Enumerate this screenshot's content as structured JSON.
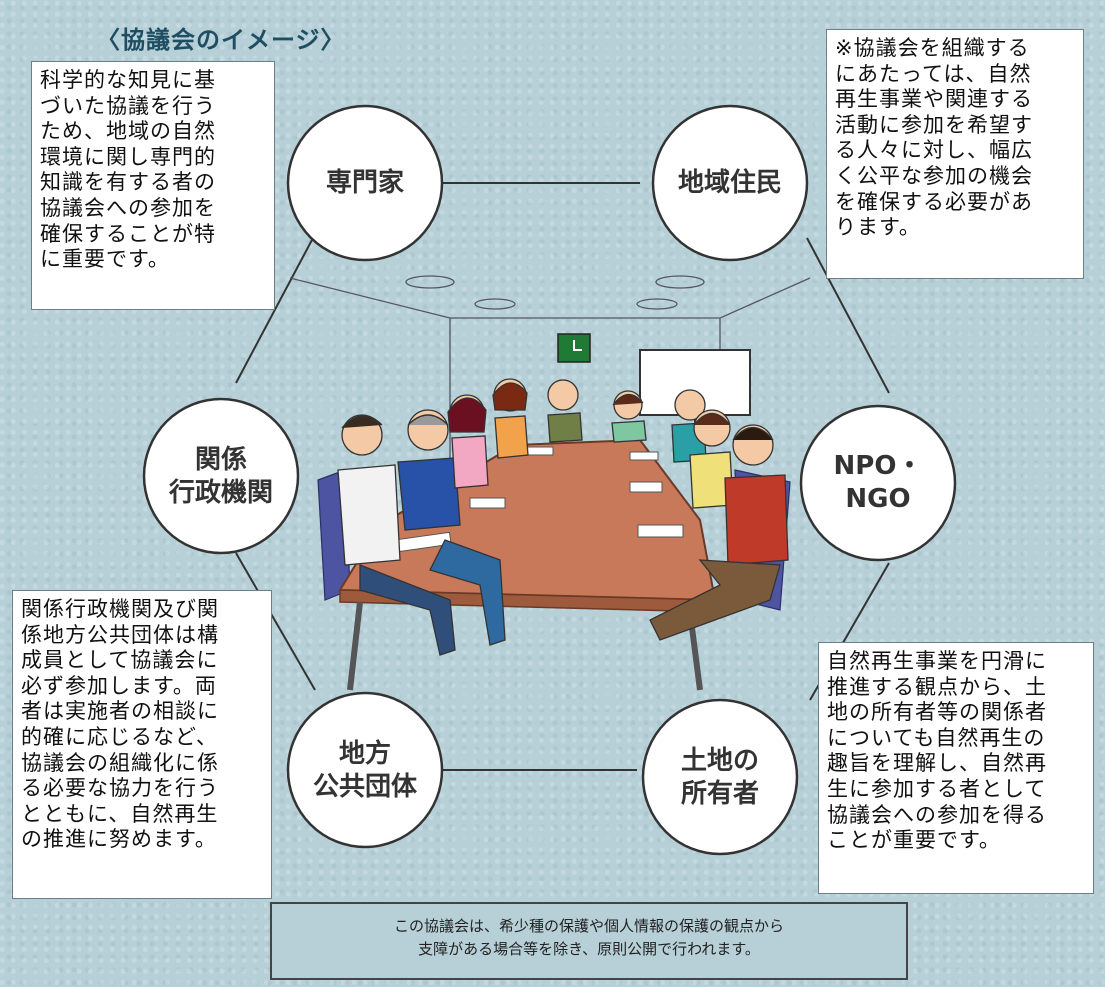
{
  "title": "〈協議会のイメージ〉",
  "nodes": {
    "expert": "専門家",
    "residents": "地域住民",
    "gov": "関係\n行政機関",
    "npo": "NPO・\nNGO",
    "local_gov": "地方\n公共団体",
    "landowner": "土地の\n所有者"
  },
  "notes": {
    "top_left": "科学的な知見に基\nづいた協議を行う\nため、地域の自然\n環境に関し専門的\n知識を有する者の\n協議会への参加を\n確保することが特\nに重要です。",
    "top_right": "※協議会を組織する\nにあたっては、自然\n再生事業や関連する\n活動に参加を希望す\nる人々に対し、幅広\nく公平な参加の機会\nを確保する必要があ\nります。",
    "bottom_left": "関係行政機関及び関\n係地方公共団体は構\n成員として協議会に\n必ず参加します。両\n者は実施者の相談に\n的確に応じるなど、\n協議会の組織化に係\nる必要な協力を行う\nとともに、自然再生\nの推進に努めます。",
    "bottom_right": "自然再生事業を円滑に\n推進する観点から、土\n地の所有者等の関係者\nについても自然再生の\n趣旨を理解し、自然再\n生に参加する者として\n協議会への参加を得る\nことが重要です。"
  },
  "footer": "この協議会は、希少種の保護や個人情報の保護の観点から\n支障がある場合等を除き、原則公開で行われます。",
  "colors": {
    "background": "#b7d0d8",
    "circle_fill": "#ffffff",
    "line": "#333333",
    "table": "#c8795a",
    "title": "#1f4e63"
  }
}
